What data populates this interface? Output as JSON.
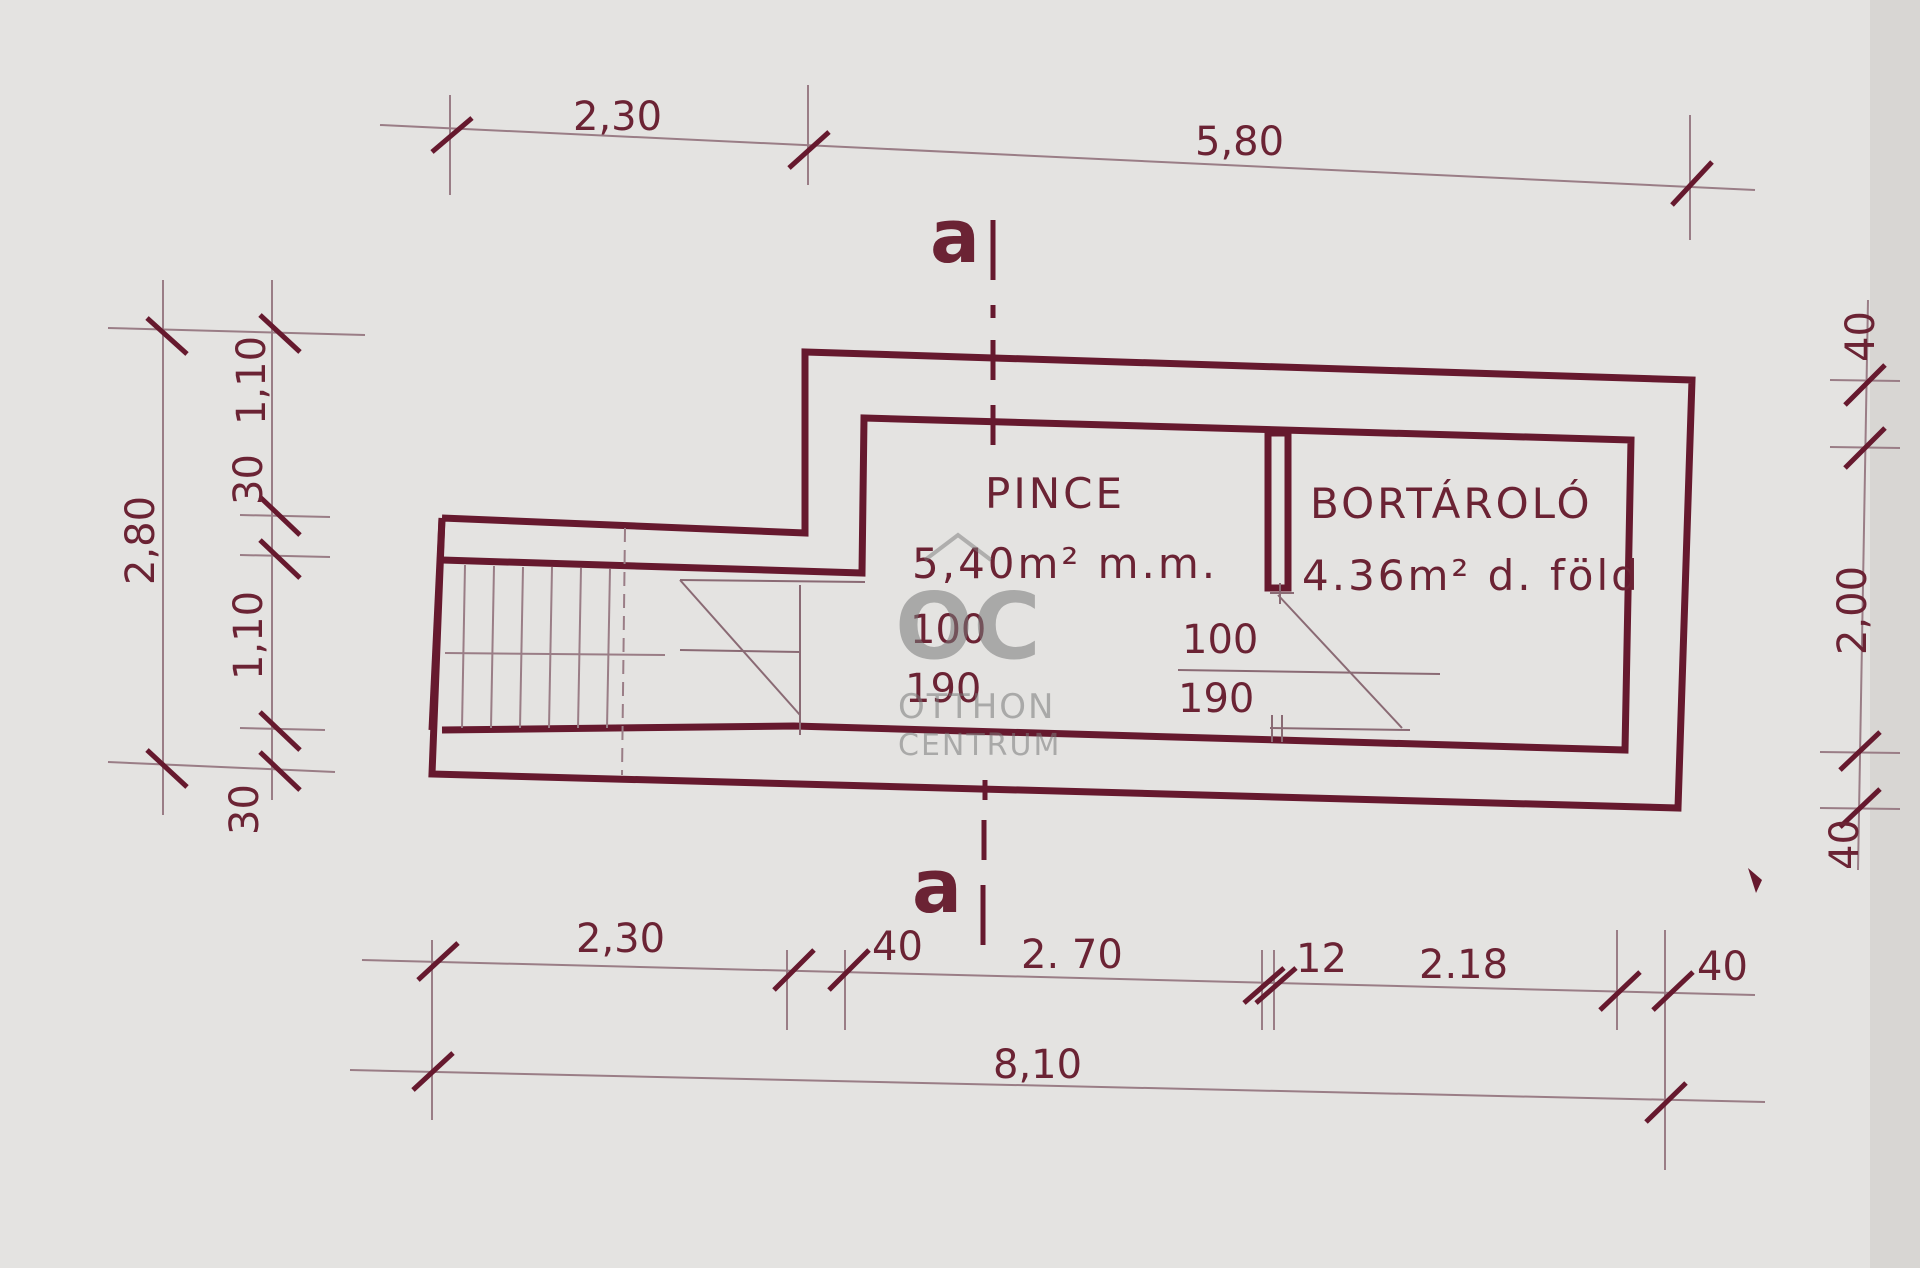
{
  "colors": {
    "paper": "#e4e3e1",
    "ink": "#6b2334",
    "wall": "#66192e",
    "thin": "#9a7d86",
    "watermark": "#7a7a7a"
  },
  "rooms": {
    "pince": {
      "name": "PINCE",
      "area": "5,40m² m.m.",
      "door_width": "100",
      "door_height": "190"
    },
    "bortarolo": {
      "name": "BORTÁROLÓ",
      "area": "4.36m² d. föld",
      "door_width": "100",
      "door_height": "190"
    }
  },
  "section_marks": {
    "top": "a",
    "bottom": "a"
  },
  "dimensions": {
    "top_left": "2,30",
    "top_right": "5,80",
    "bottom_row": [
      "2,30",
      "40",
      "2. 70",
      "12",
      "2.18",
      "40"
    ],
    "bottom_total": "8,10",
    "left_outer": "2,80",
    "left_inner": [
      "1,10",
      "30",
      "1,10",
      "30"
    ],
    "right": [
      "40",
      "2,00",
      "40"
    ]
  },
  "watermark": {
    "logo": "OC",
    "line1": "OTTHON",
    "line2": "CENTRUM"
  }
}
